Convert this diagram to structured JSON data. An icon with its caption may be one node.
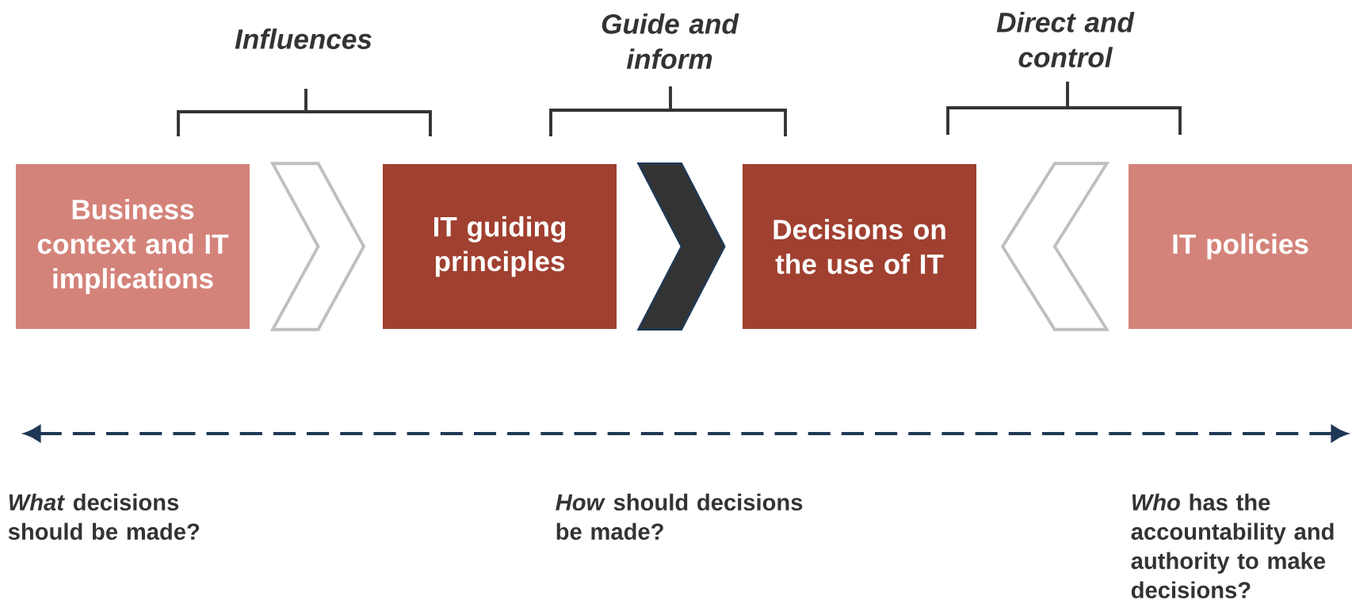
{
  "diagram": {
    "nodes": [
      {
        "text": [
          "Business context and IT implications"
        ]
      },
      {
        "text": [
          "IT guiding principles"
        ]
      },
      {
        "text": [
          "Decisions on the use of IT"
        ]
      },
      {
        "text": [
          "IT policies"
        ]
      }
    ],
    "edges": [
      {
        "from": 0,
        "to": 1,
        "arrow": "to"
      },
      {
        "from": 1,
        "to": 2,
        "arrow": "to",
        "color": "#333333"
      },
      {
        "from": 3,
        "to": 2,
        "arrow": "to"
      }
    ],
    "labels": [
      "Influences",
      "Guide and inform",
      "Direct and control",
      "*What* decisions should be made?",
      "*How* should decisions be made?",
      "*Who* has the accountability and authority to make decisions?"
    ]
  }
}
